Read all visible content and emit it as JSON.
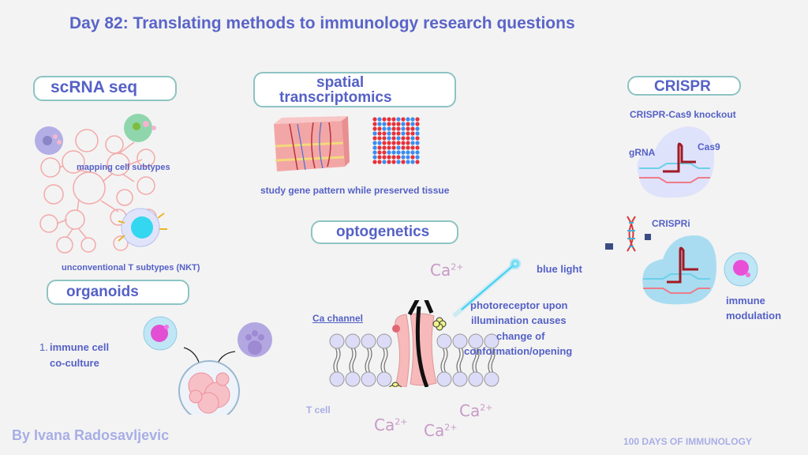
{
  "title": "Day 82: Translating methods to immunology research questions",
  "sections": {
    "scrna": {
      "header": "scRNA seq",
      "labels": [
        "mapping cell subtypes",
        "unconventional T subtypes (NKT)"
      ]
    },
    "spatial": {
      "header_line1": "spatial",
      "header_line2": "transcriptomics",
      "caption": "study gene pattern while preserved tissue"
    },
    "crispr": {
      "header": "CRISPR",
      "knockout": "CRISPR-Cas9 knockout",
      "grna": "gRNA",
      "cas9": "Cas9",
      "crispri": "CRISPRi",
      "immune_line1": "immune",
      "immune_line2": "modulation"
    },
    "optogenetics": {
      "header": "optogenetics",
      "ca_channel": "Ca channel",
      "blue_light": "blue light",
      "desc": [
        "photoreceptor upon",
        "illumination causes",
        "change of",
        "conformation/opening"
      ],
      "t_cell": "T cell",
      "ion": "Ca",
      "charge": "2+"
    },
    "organoids": {
      "header": "organoids",
      "item_number": "1.",
      "item_line1": "immune cell",
      "item_line2": "co-culture"
    }
  },
  "footer": {
    "author": "By Ivana Radosavljevic",
    "series": "100 DAYS OF IMMUNOLOGY"
  }
}
